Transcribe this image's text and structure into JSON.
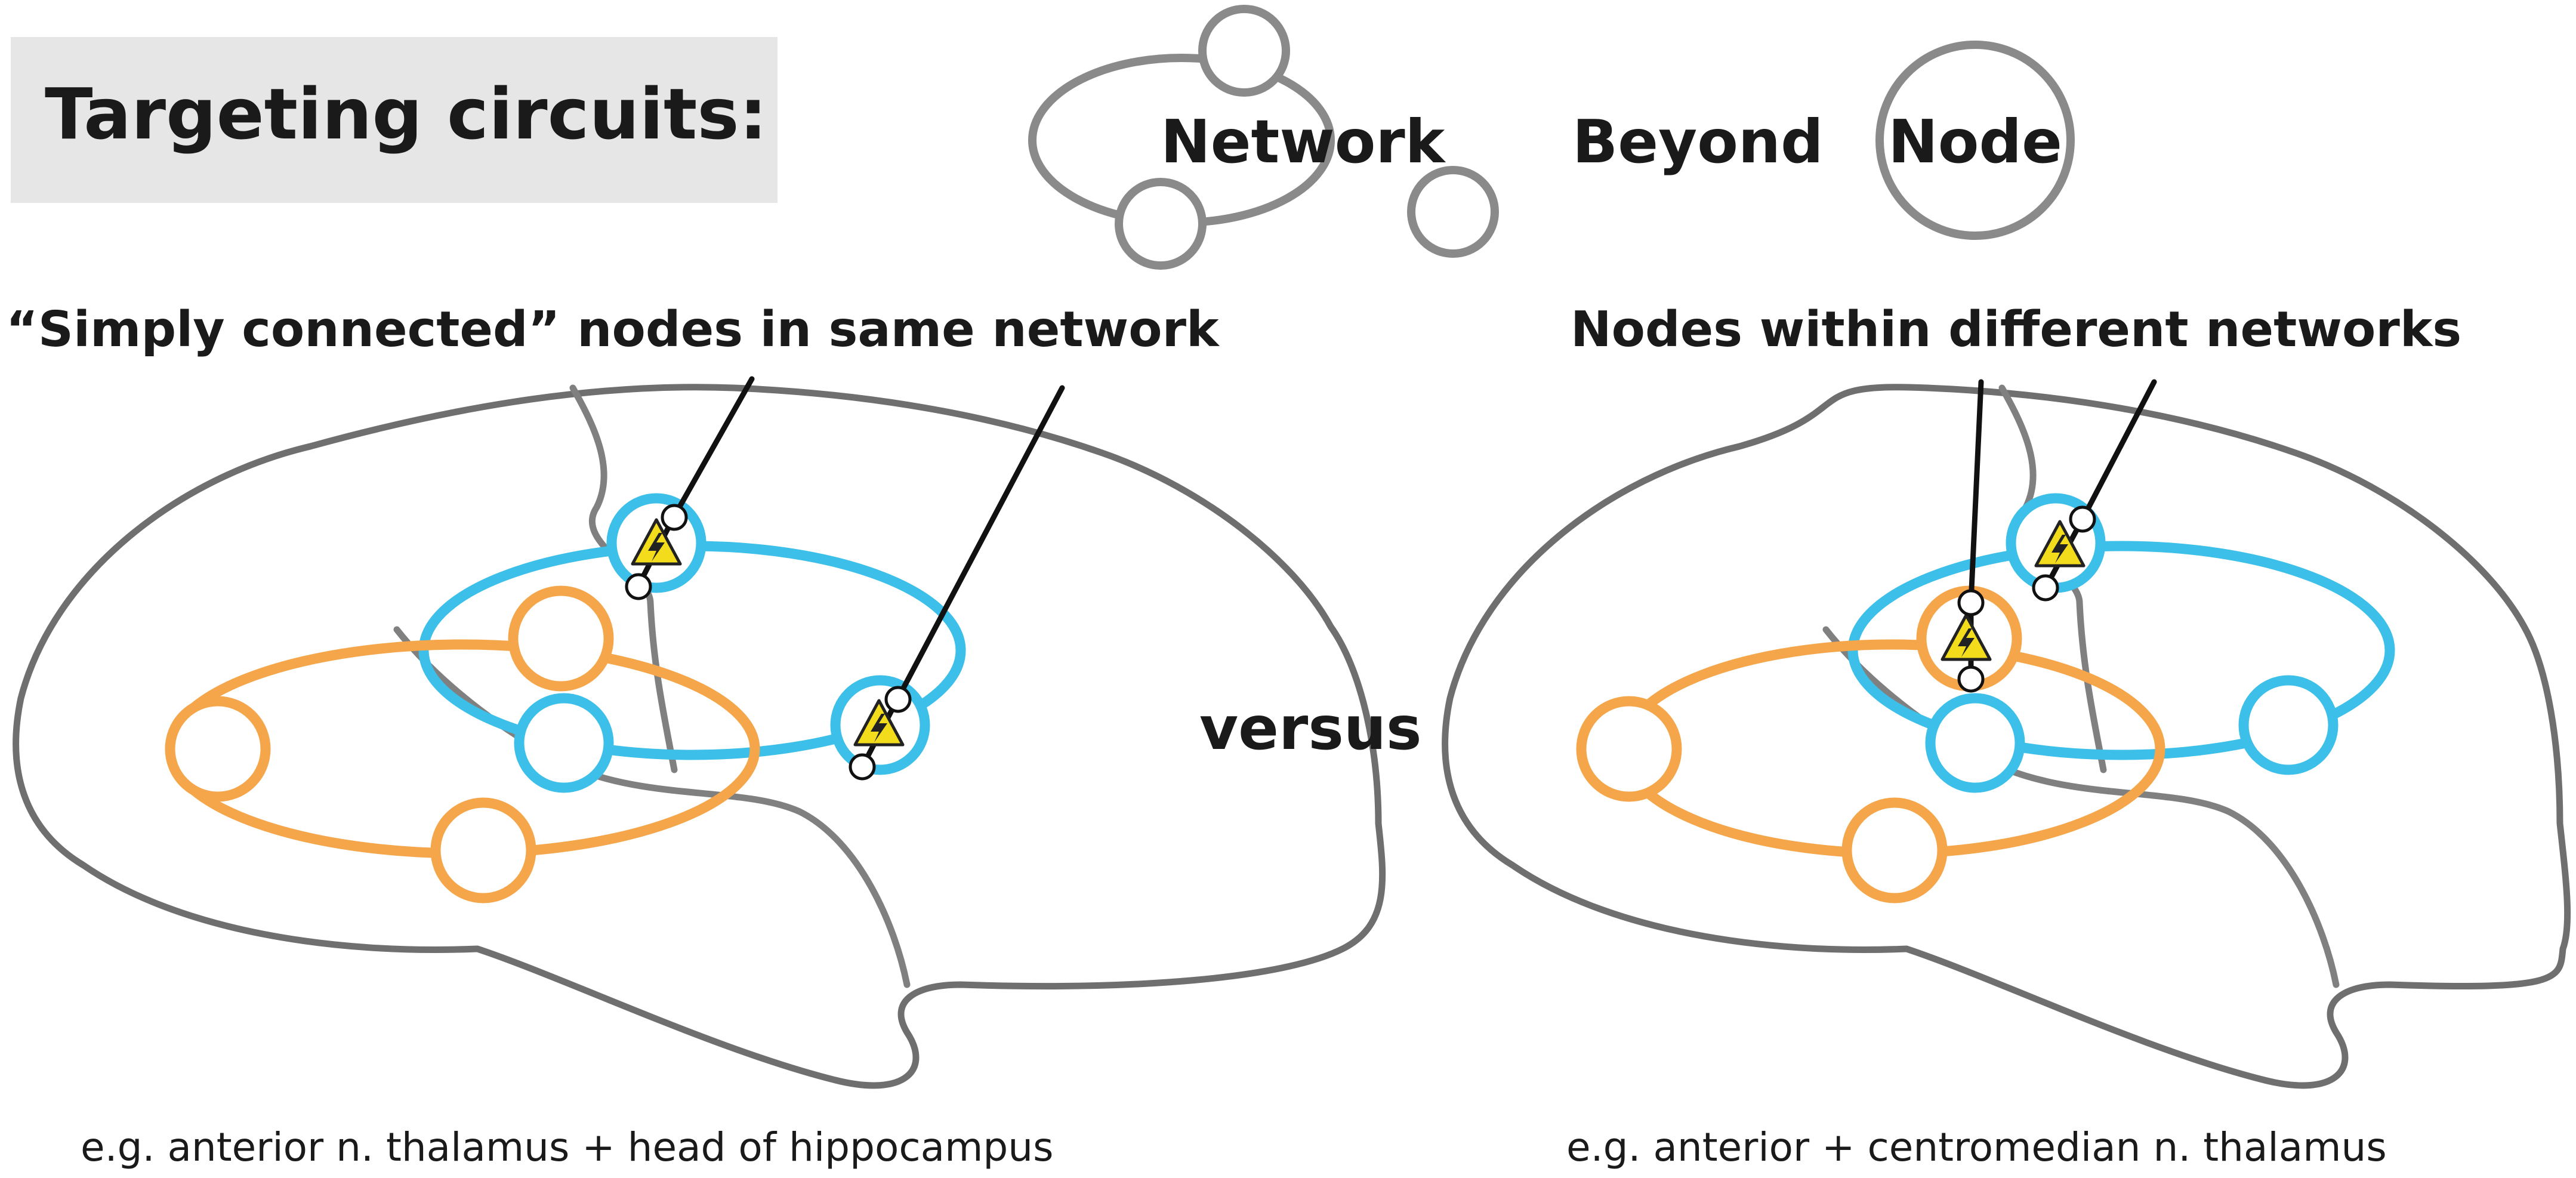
{
  "title": "Targeting circuits:",
  "legend": {
    "network_label": "Network",
    "beyond_label": "Beyond",
    "node_label": "Node"
  },
  "left_panel": {
    "heading": "“Simply connected” nodes in same network",
    "caption": "e.g. anterior n. thalamus + head of hippocampus"
  },
  "center": {
    "versus_label": "versus"
  },
  "right_panel": {
    "heading": "Nodes within different networks",
    "caption": "e.g. anterior + centromedian n. thalamus"
  },
  "colors": {
    "network_blue": "#3cbfe8",
    "network_orange": "#f5a64a",
    "legend_gray": "#8a8a8a",
    "title_box": "#e6e6e6",
    "electrode_warning": "#f2dc1c"
  },
  "icons": {
    "electrode": "warning-lightning-icon",
    "contact": "circle-contact-icon"
  }
}
